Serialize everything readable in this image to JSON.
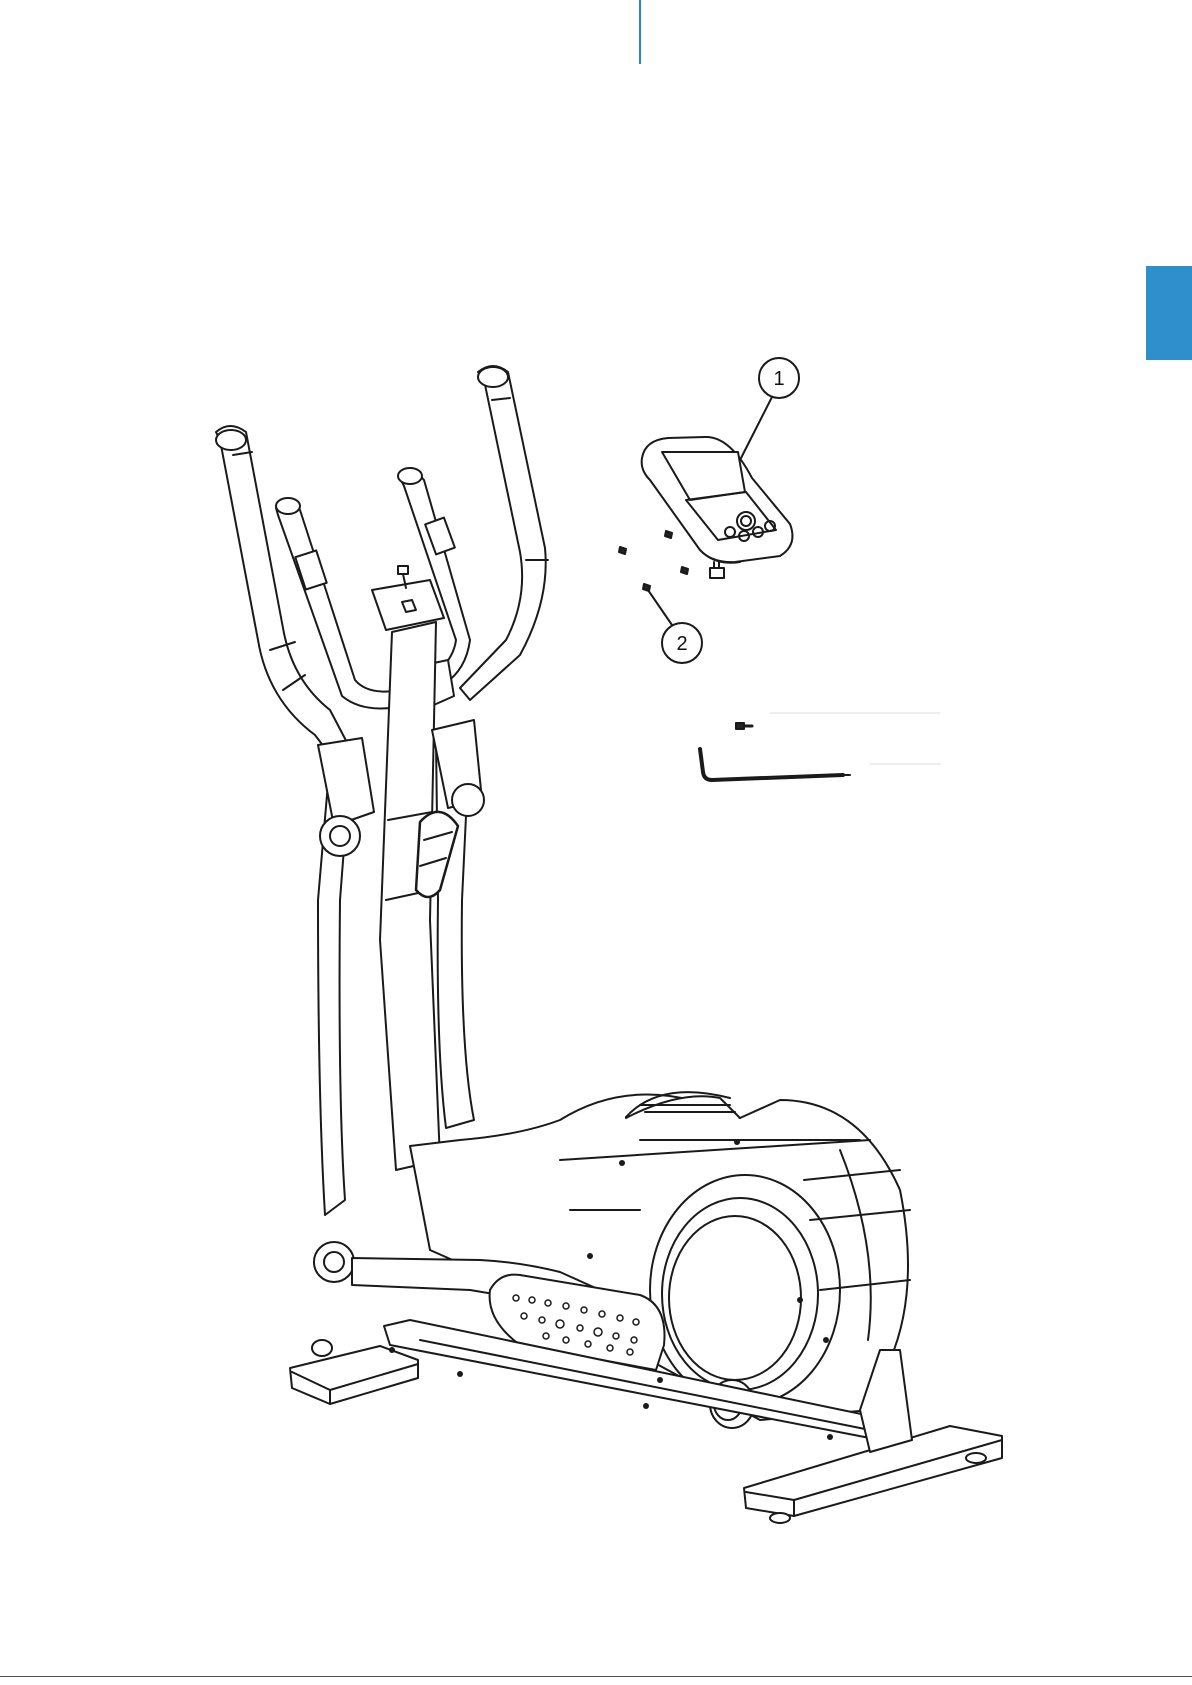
{
  "callouts": [
    {
      "number": "1",
      "part": "console"
    },
    {
      "number": "2",
      "part": "console-screws"
    }
  ],
  "hardware": {
    "bolt_label": "",
    "wrench_label": ""
  },
  "page": {
    "number": "",
    "accent_color": "#2f8fcc",
    "line_color": "#1a1a1a"
  }
}
